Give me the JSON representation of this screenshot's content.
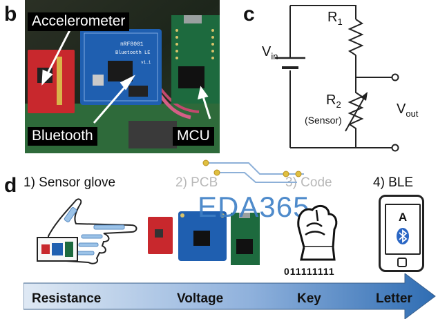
{
  "panel_b": {
    "letter": "b",
    "labels": {
      "accelerometer": "Accelerometer",
      "bluetooth": "Bluetooth",
      "mcu": "MCU"
    },
    "board_text": [
      "nRF8001",
      "Bluetooth LE",
      "v1.1"
    ]
  },
  "panel_c": {
    "letter": "c",
    "vin": {
      "main": "V",
      "sub": "in"
    },
    "r1": {
      "main": "R",
      "sub": "1"
    },
    "r2": {
      "main": "R",
      "sub": "2"
    },
    "sensor": "(Sensor)",
    "vout": {
      "main": "V",
      "sub": "out"
    }
  },
  "panel_d": {
    "letter": "d",
    "steps": [
      "1) Sensor glove",
      "2) PCB",
      "3) Code",
      "4) BLE"
    ],
    "binary_code": "011111111",
    "phone_letter": "A",
    "stages": [
      "Resistance",
      "Voltage",
      "Key",
      "Letter"
    ]
  },
  "watermark": "EDA365",
  "colors": {
    "arrow_left": "#dfe9f4",
    "arrow_right": "#2f6db3",
    "watermark": "#3d7fc6",
    "accelerometer_board": "#c8282d",
    "bluetooth_board": "#1f5fb0",
    "mcu_board": "#1d6a3e",
    "bluetooth_icon": "#2a66c4"
  }
}
